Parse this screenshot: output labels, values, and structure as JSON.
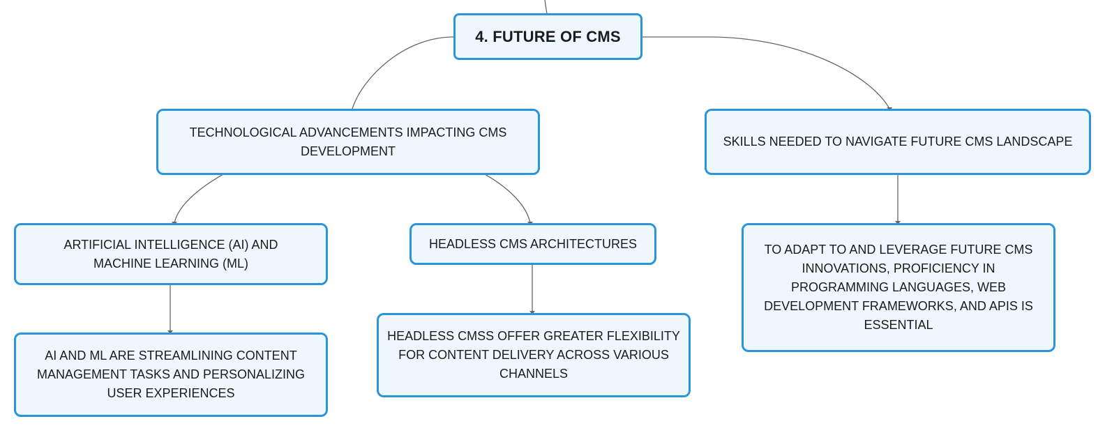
{
  "mindmap": {
    "root": {
      "label": "4. FUTURE OF CMS"
    },
    "branches": [
      {
        "label": "TECHNOLOGICAL ADVANCEMENTS IMPACTING CMS DEVELOPMENT",
        "children": [
          {
            "label": "ARTIFICIAL INTELLIGENCE (AI) AND MACHINE LEARNING (ML)",
            "children": [
              {
                "label": "AI AND ML ARE STREAMLINING CONTENT MANAGEMENT TASKS AND PERSONALIZING USER EXPERIENCES"
              }
            ]
          },
          {
            "label": "HEADLESS CMS ARCHITECTURES",
            "children": [
              {
                "label": "HEADLESS CMSS OFFER GREATER FLEXIBILITY FOR CONTENT DELIVERY ACROSS VARIOUS CHANNELS"
              }
            ]
          }
        ]
      },
      {
        "label": "SKILLS NEEDED TO NAVIGATE FUTURE CMS LANDSCAPE",
        "children": [
          {
            "label": "TO ADAPT TO AND LEVERAGE FUTURE CMS INNOVATIONS, PROFICIENCY IN PROGRAMMING LANGUAGES, WEB DEVELOPMENT FRAMEWORKS, AND APIS IS ESSENTIAL"
          }
        ]
      }
    ]
  },
  "colors": {
    "node_border": "#2b94da",
    "node_fill": "#eef7fd",
    "connector": "#666666",
    "text": "#1b1b1b"
  }
}
